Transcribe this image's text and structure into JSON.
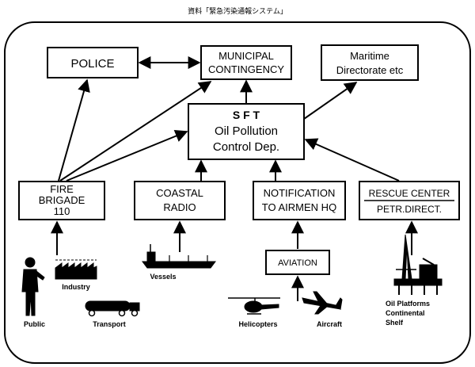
{
  "caption": "資料「緊急汚染通報システム」",
  "boxes": {
    "police": "POLICE",
    "municipal_line1": "MUNICIPAL",
    "municipal_line2": "CONTINGENCY",
    "maritime_line1": "Maritime",
    "maritime_line2": "Directorate etc",
    "sft_line1": "S F T",
    "sft_line2": "Oil Pollution",
    "sft_line3": "Control Dep.",
    "fire_line1": "FIRE",
    "fire_line2": "BRIGADE",
    "fire_line3": "110",
    "coastal_line1": "COASTAL",
    "coastal_line2": "RADIO",
    "notification_line1": "NOTIFICATION",
    "notification_line2": "TO AIRMEN HQ",
    "rescue_line1": "RESCUE CENTER",
    "rescue_line2": "PETR.DIRECT.",
    "aviation": "AVIATION"
  },
  "sources": {
    "industry": "Industry",
    "public": "Public",
    "transport": "Transport",
    "vessels": "Vessels",
    "helicopters": "Helicopters",
    "aircraft": "Aircraft",
    "oil_line1": "Oil Platforms",
    "oil_line2": "Continental",
    "oil_line3": "Shelf"
  }
}
